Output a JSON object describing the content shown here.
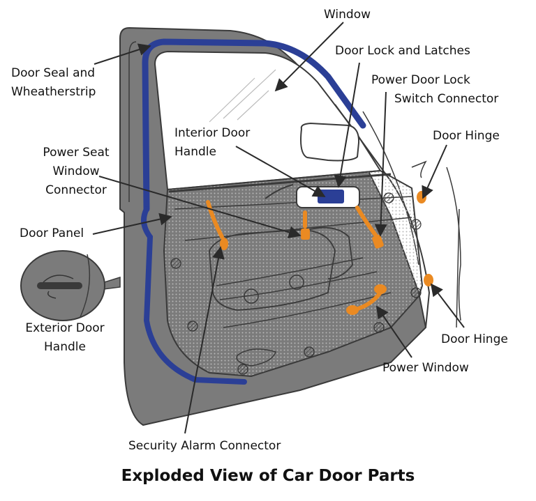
{
  "title": "Exploded View of Car Door Parts",
  "colors": {
    "door_shell": "#7b7b7b",
    "door_shell_dark": "#5f5f5f",
    "weatherstrip": "#2b3f96",
    "connector": "#ea8a22",
    "lock_switch": "#2b3f96",
    "panel_dots": "#bdbdbd",
    "line": "#3a3a3a",
    "text": "#111111"
  },
  "labels": {
    "window": "Window",
    "door_lock_latches": "Door Lock and Latches",
    "power_door_lock": [
      "Power Door Lock",
      "Switch Connector"
    ],
    "door_hinge_top": "Door Hinge",
    "door_seal": [
      "Door Seal and",
      "Wheatherstrip"
    ],
    "interior_handle": [
      "Interior Door",
      "Handle"
    ],
    "power_seat": [
      "Power Seat",
      "Window",
      "Connector"
    ],
    "door_panel": "Door Panel",
    "exterior_handle": [
      "Exterior Door",
      "Handle"
    ],
    "door_hinge_bottom": "Door Hinge",
    "power_window": "Power Window",
    "security_alarm": "Security Alarm Connector"
  }
}
